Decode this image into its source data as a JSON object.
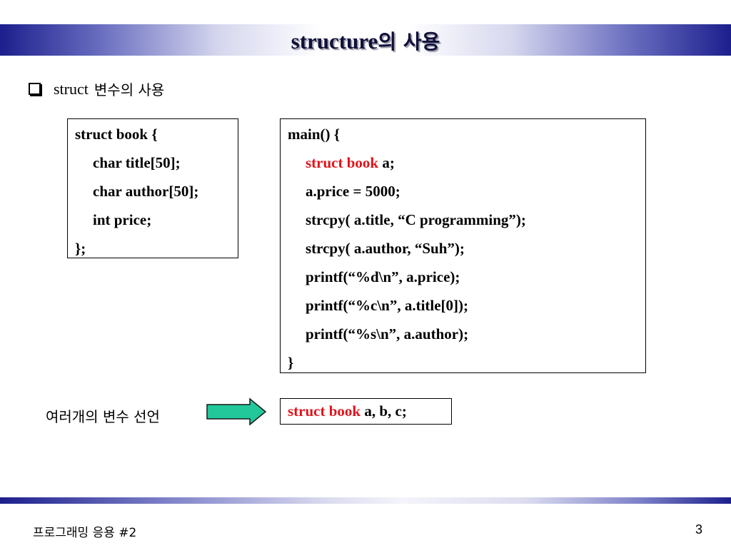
{
  "title": {
    "latin": "structure",
    "korean": "의 사용"
  },
  "bullet": {
    "latin": "struct",
    "korean": "변수의 사용"
  },
  "struct_box": {
    "lines": [
      "struct book {",
      "char title[50];",
      "char author[50];",
      "int price;",
      "};"
    ]
  },
  "main_box": {
    "line0": "main() {",
    "line1_red": "struct book",
    "line1_rest": " a;",
    "line2": "a.price = 5000;",
    "line3": "strcpy( a.title, “C programming”);",
    "line4": "strcpy( a.author, “Suh”);",
    "line5": "printf(“%d\\n”, a.price);",
    "line6": "printf(“%c\\n”, a.title[0]);",
    "line7": "printf(“%s\\n”, a.author);",
    "line8": "}"
  },
  "declaration": {
    "label": "여러개의 변수 선언",
    "code_red": "struct book",
    "code_rest": " a, b, c;"
  },
  "footer": {
    "left": "프로그래밍 응용 #2",
    "page": "3"
  },
  "colors": {
    "accent_red": "#e0141b",
    "title_bar_dark": "#1c1f8c",
    "arrow_fill": "#22c79a"
  },
  "icons": {
    "bullet": "checkbox-icon",
    "arrow": "right-arrow-icon"
  }
}
